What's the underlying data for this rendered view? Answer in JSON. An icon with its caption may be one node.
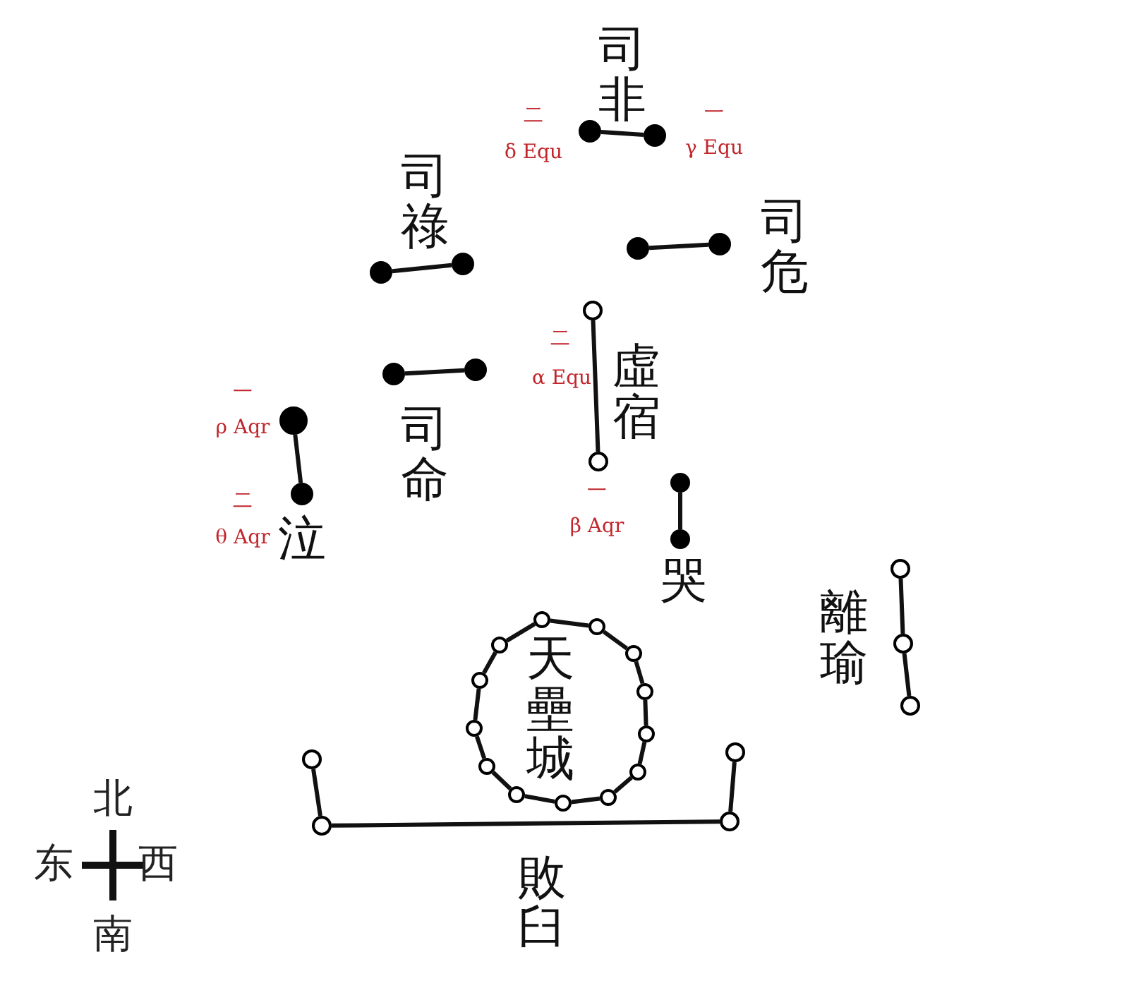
{
  "diagram": {
    "nodes": [
      {
        "text": [],
        "shape": "circle",
        "beside": [
          "二",
          "δ Equ"
        ]
      },
      {
        "text": [],
        "shape": "circle",
        "beside": [
          "一",
          "γ Equ"
        ]
      },
      {
        "text": [],
        "shape": "circle"
      },
      {
        "text": [],
        "shape": "circle"
      },
      {
        "text": [],
        "shape": "circle"
      },
      {
        "text": [],
        "shape": "circle"
      },
      {
        "text": [],
        "shape": "circle",
        "beside": [
          "二",
          "α Equ"
        ]
      },
      {
        "text": [],
        "shape": "circle",
        "beside": [
          "一",
          "β Aqr"
        ]
      },
      {
        "text": [],
        "shape": "circle"
      },
      {
        "text": [],
        "shape": "circle"
      },
      {
        "text": [],
        "shape": "circle",
        "beside": [
          "一",
          "ρ Aqr"
        ]
      },
      {
        "text": [],
        "shape": "circle",
        "beside": [
          "二",
          "θ Aqr"
        ]
      },
      {
        "text": [],
        "shape": "circle"
      },
      {
        "text": [],
        "shape": "circle"
      },
      {
        "text": [],
        "shape": "circle"
      },
      {
        "text": [],
        "shape": "circle"
      },
      {
        "text": [],
        "shape": "circle"
      },
      {
        "text": [],
        "shape": "circle"
      },
      {
        "text": [],
        "shape": "circle"
      },
      {
        "text": [],
        "shape": "circle"
      },
      {
        "text": [],
        "shape": "circle"
      },
      {
        "text": [],
        "shape": "circle"
      },
      {
        "text": [],
        "shape": "circle"
      },
      {
        "text": [],
        "shape": "circle"
      },
      {
        "text": [],
        "shape": "circle"
      },
      {
        "text": [],
        "shape": "circle"
      },
      {
        "text": [],
        "shape": "circle"
      },
      {
        "text": [],
        "shape": "circle"
      },
      {
        "text": [],
        "shape": "circle"
      },
      {
        "text": [],
        "shape": "circle"
      },
      {
        "text": [],
        "shape": "circle"
      },
      {
        "text": [],
        "shape": "circle"
      },
      {
        "text": [],
        "shape": "circle"
      },
      {
        "text": [],
        "shape": "circle"
      }
    ],
    "edges": [
      {
        "from": 0,
        "to": 1,
        "arrow": "none"
      },
      {
        "from": 2,
        "to": 3,
        "arrow": "none"
      },
      {
        "from": 4,
        "to": 5,
        "arrow": "none"
      },
      {
        "from": 6,
        "to": 7,
        "arrow": "none"
      },
      {
        "from": 8,
        "to": 9,
        "arrow": "none"
      },
      {
        "from": 10,
        "to": 11,
        "arrow": "none"
      },
      {
        "from": 12,
        "to": 13,
        "arrow": "none"
      },
      {
        "from": 14,
        "to": 15,
        "arrow": "none"
      },
      {
        "from": 15,
        "to": 16,
        "arrow": "none"
      },
      {
        "from": 17,
        "to": 18,
        "arrow": "none"
      },
      {
        "from": 18,
        "to": 19,
        "arrow": "none"
      },
      {
        "from": 19,
        "to": 20,
        "arrow": "none"
      },
      {
        "from": 20,
        "to": 21,
        "arrow": "none"
      },
      {
        "from": 21,
        "to": 22,
        "arrow": "none"
      },
      {
        "from": 22,
        "to": 23,
        "arrow": "none"
      },
      {
        "from": 23,
        "to": 24,
        "arrow": "none"
      },
      {
        "from": 24,
        "to": 25,
        "arrow": "none"
      },
      {
        "from": 25,
        "to": 26,
        "arrow": "none"
      },
      {
        "from": 26,
        "to": 27,
        "arrow": "none"
      },
      {
        "from": 27,
        "to": 28,
        "arrow": "none"
      },
      {
        "from": 28,
        "to": 29,
        "arrow": "none"
      },
      {
        "from": 29,
        "to": 17,
        "arrow": "none"
      },
      {
        "from": 30,
        "to": 31,
        "arrow": "none"
      },
      {
        "from": 31,
        "to": 32,
        "arrow": "none"
      },
      {
        "from": 32,
        "to": 33,
        "arrow": "none"
      }
    ],
    "labels": [
      "司非",
      "司祿",
      "司危",
      "虛宿",
      "司命",
      "泣",
      "哭",
      "離瑜",
      "天壘城",
      "北",
      "东",
      "西",
      "敗臼",
      "南"
    ]
  }
}
